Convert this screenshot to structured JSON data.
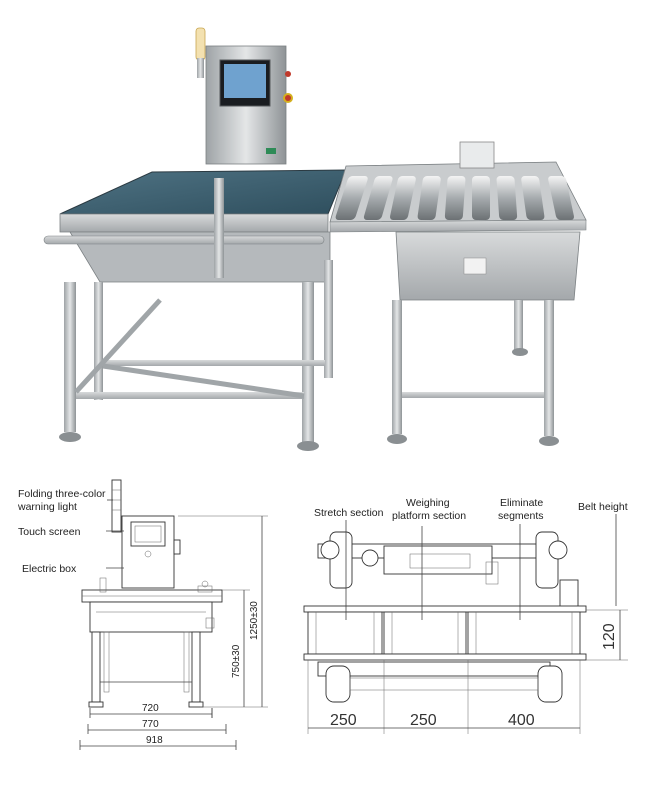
{
  "labels": {
    "warning_light": [
      "Folding three-color",
      "warning light"
    ],
    "touch_screen": "Touch screen",
    "electric_box": "Electric box",
    "stretch_section": "Stretch section",
    "weighing_platform": [
      "Weighing",
      "platform section"
    ],
    "eliminate_segments": [
      "Eliminate",
      "segments"
    ],
    "belt_height": "Belt height"
  },
  "dimensions": {
    "side": {
      "width_720": "720",
      "width_770": "770",
      "width_918": "918",
      "height_750": "750±30",
      "height_1250": "1250±30"
    },
    "top": {
      "seg1": "250",
      "seg2": "250",
      "seg3": "400",
      "belt_height": "120"
    }
  }
}
